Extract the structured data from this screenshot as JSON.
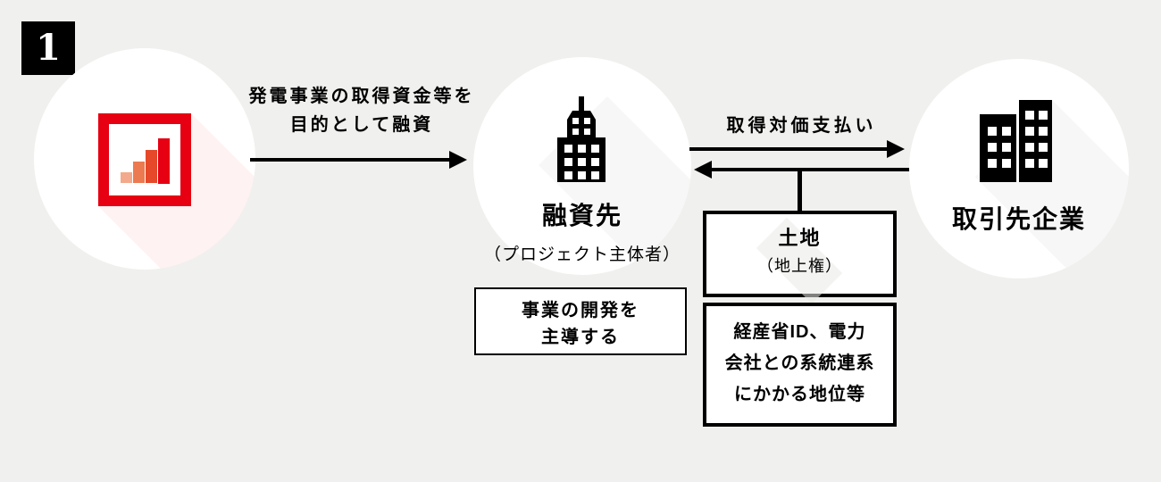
{
  "badge": {
    "label": "1"
  },
  "nodes": {
    "lender": {
      "icon": "bar-chart-logo"
    },
    "borrower": {
      "title": "融資先",
      "subtitle": "（プロジェクト主体者）",
      "icon": "office-building"
    },
    "partner": {
      "title": "取引先企業",
      "icon": "two-buildings"
    }
  },
  "arrows": {
    "loan": {
      "line1": "発電事業の取得資金等を",
      "line2": "目的として融資",
      "direction": "right"
    },
    "payment": {
      "label": "取得対価支払い",
      "direction": "right"
    },
    "transfer": {
      "direction": "left"
    }
  },
  "boxes": {
    "develop": {
      "line1": "事業の開発を",
      "line2": "主導する"
    },
    "land": {
      "title": "土地",
      "subtitle": "（地上権）"
    },
    "rights": {
      "line1": "経産省ID、電力",
      "line2": "会社との系統連系",
      "line3": "にかかる地位等"
    }
  },
  "colors": {
    "background": "#f0f0ee",
    "ink": "#000000",
    "logo_red": "#e60012",
    "logo_bars": [
      "#f3a98c",
      "#ec7a50",
      "#e6492a",
      "#e60012"
    ]
  }
}
